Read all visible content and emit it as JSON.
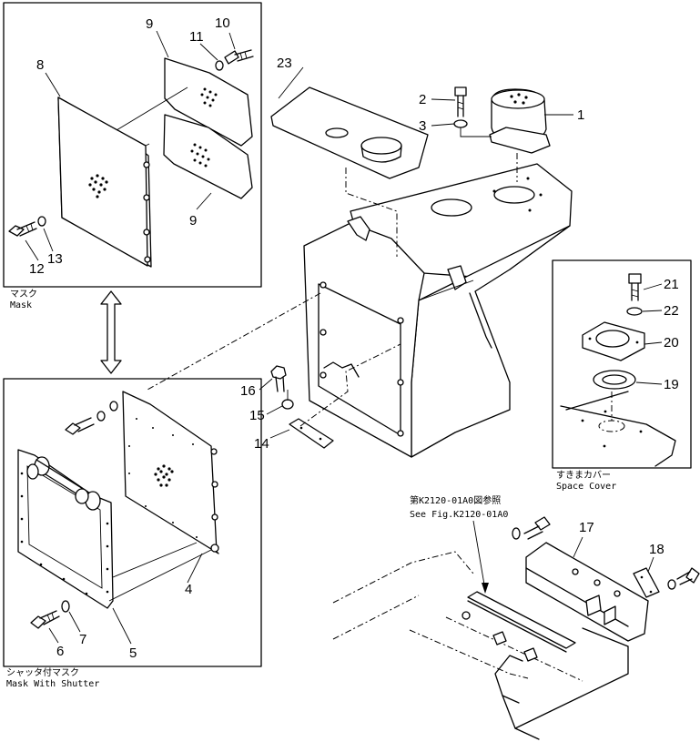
{
  "parts": {
    "p1": "1",
    "p2": "2",
    "p3": "3",
    "p4": "4",
    "p5": "5",
    "p6": "6",
    "p7": "7",
    "p8": "8",
    "p9a": "9",
    "p9b": "9",
    "p10": "10",
    "p11": "11",
    "p12": "12",
    "p13": "13",
    "p14": "14",
    "p15": "15",
    "p16": "16",
    "p17": "17",
    "p18": "18",
    "p19": "19",
    "p20": "20",
    "p21": "21",
    "p22": "22",
    "p23": "23"
  },
  "captions": {
    "mask_jp": "マスク",
    "mask_en": "Mask",
    "shutter_jp": "シャッタ付マスク",
    "shutter_en": "Mask With Shutter",
    "space_jp": "すきまカバー",
    "space_en": "Space  Cover",
    "see_fig_jp": "第K2120-01A0図参照",
    "see_fig_en": "See Fig.K2120-01A0"
  }
}
